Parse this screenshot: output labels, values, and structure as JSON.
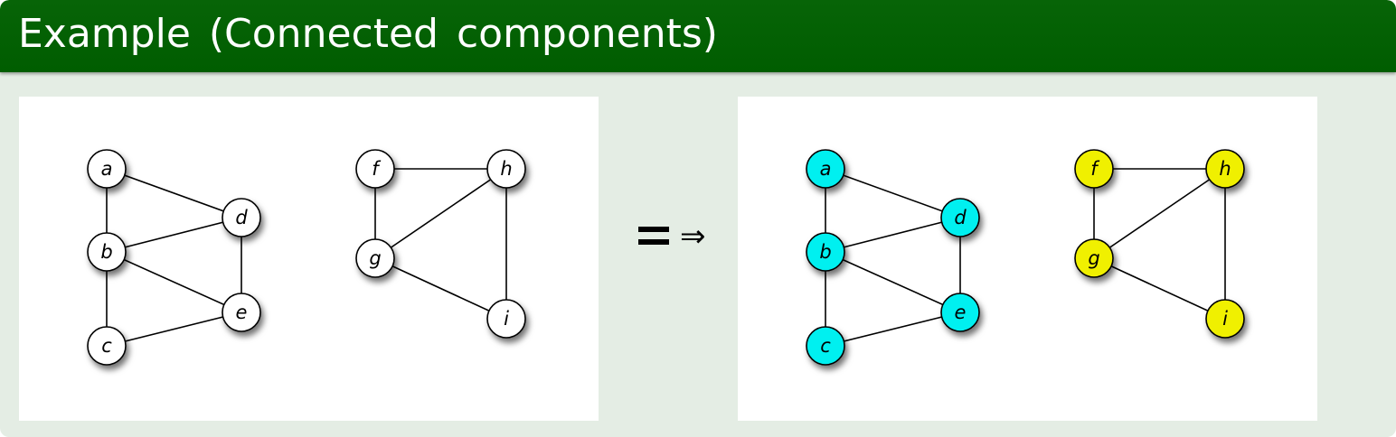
{
  "header": {
    "title": "Example (Connected components)"
  },
  "graph": {
    "nodes": [
      {
        "id": "a",
        "label": "a"
      },
      {
        "id": "b",
        "label": "b"
      },
      {
        "id": "c",
        "label": "c"
      },
      {
        "id": "d",
        "label": "d"
      },
      {
        "id": "e",
        "label": "e"
      },
      {
        "id": "f",
        "label": "f"
      },
      {
        "id": "g",
        "label": "g"
      },
      {
        "id": "h",
        "label": "h"
      },
      {
        "id": "i",
        "label": "i"
      }
    ],
    "edges": [
      [
        "a",
        "b"
      ],
      [
        "a",
        "d"
      ],
      [
        "b",
        "d"
      ],
      [
        "b",
        "c"
      ],
      [
        "b",
        "e"
      ],
      [
        "d",
        "e"
      ],
      [
        "c",
        "e"
      ],
      [
        "f",
        "h"
      ],
      [
        "f",
        "g"
      ],
      [
        "g",
        "h"
      ],
      [
        "h",
        "i"
      ],
      [
        "g",
        "i"
      ]
    ]
  },
  "components": [
    {
      "nodes": [
        "a",
        "b",
        "c",
        "d",
        "e"
      ],
      "color": "#00f0f0"
    },
    {
      "nodes": [
        "f",
        "g",
        "h",
        "i"
      ],
      "color": "#f0f000"
    }
  ],
  "colors": {
    "header": "#005d00",
    "block_body": "#e4ede4",
    "uncolored_node": "#ffffff"
  },
  "arrow": {
    "icon": "double-arrow-right-icon",
    "glyph": "⇒"
  }
}
